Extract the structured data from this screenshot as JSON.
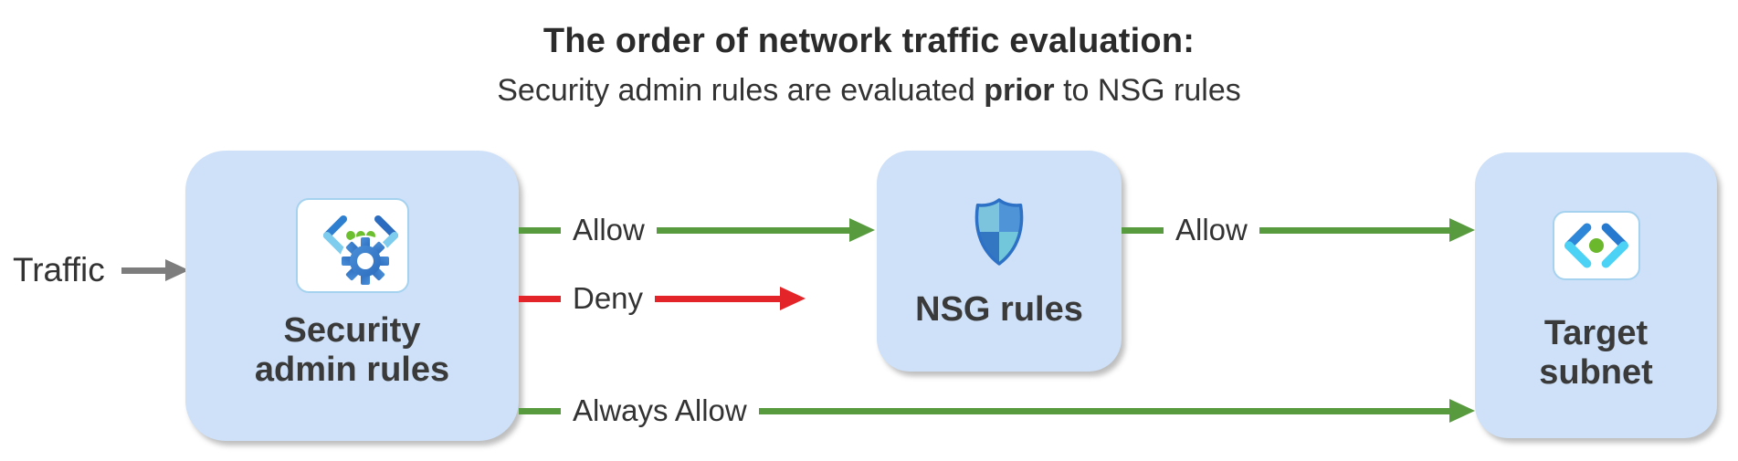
{
  "title": {
    "heading": "The order of network traffic evaluation:",
    "sub_prefix": "Security admin rules are evaluated ",
    "sub_bold": "prior",
    "sub_suffix": " to NSG rules"
  },
  "traffic": {
    "label": "Traffic",
    "icon": "right-arrow-icon"
  },
  "nodes": {
    "security_admin": {
      "label": "Security\nadmin rules",
      "icon": "code-gear-icon"
    },
    "nsg": {
      "label": "NSG rules",
      "icon": "shield-icon"
    },
    "target": {
      "label": "Target\nsubnet",
      "icon": "code-brackets-icon"
    }
  },
  "edges": {
    "allow1": {
      "label": "Allow",
      "type": "allow",
      "from": "Security admin rules",
      "to": "NSG rules"
    },
    "deny": {
      "label": "Deny",
      "type": "deny",
      "from": "Security admin rules",
      "to": ""
    },
    "allow2": {
      "label": "Allow",
      "type": "allow",
      "from": "NSG rules",
      "to": "Target subnet"
    },
    "always_allow": {
      "label": "Always Allow",
      "type": "allow",
      "from": "Security admin rules",
      "to": "Target subnet"
    }
  },
  "colors": {
    "green": "#589a3e",
    "red": "#e32529",
    "gray": "#7d7d7d",
    "boxbg": "#cee1f8",
    "ink": "#2b2b2b"
  }
}
